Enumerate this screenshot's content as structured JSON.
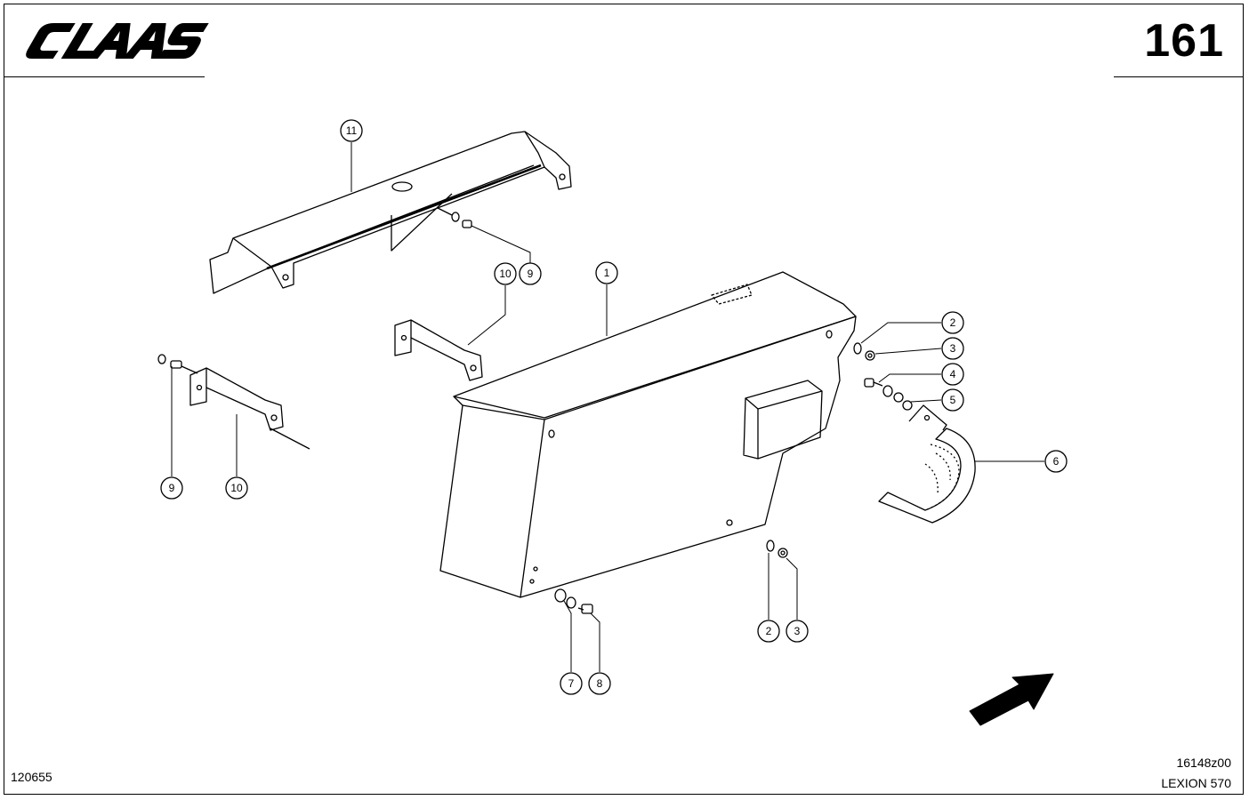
{
  "brand": "CLAAS",
  "page_number": "161",
  "document_id": "120655",
  "drawing_id": "16148z00",
  "model": "LEXION 570",
  "callouts": {
    "c11": "11",
    "c10a": "10",
    "c9a": "9",
    "c1": "1",
    "c2a": "2",
    "c3a": "3",
    "c4": "4",
    "c5": "5",
    "c6": "6",
    "c9b": "9",
    "c10b": "10",
    "c2b": "2",
    "c3b": "3",
    "c7": "7",
    "c8": "8"
  },
  "icons": {
    "direction_arrow": "arrow-direction-icon"
  }
}
